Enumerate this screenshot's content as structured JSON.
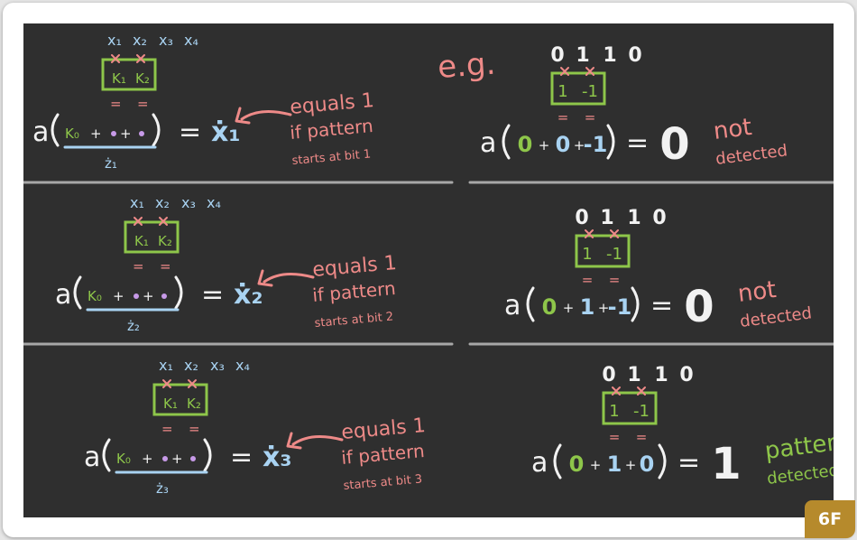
{
  "colors": {
    "board": "#2f2f2f",
    "chalk_white": "#f2f2f2",
    "chalk_blue": "#a9d3f2",
    "chalk_green": "#8ec64a",
    "chalk_pink": "#ee8a88",
    "chalk_purple": "#c79ae8",
    "divider": "#a7a7a7",
    "badge": "#b68a2c"
  },
  "header": {
    "eg": "e.g."
  },
  "kernel": {
    "k1": "K₁",
    "k2": "K₂",
    "eq": "="
  },
  "panels": [
    {
      "inputs": [
        "x₁",
        "x₂",
        "x₃",
        "x₄"
      ],
      "a": "a(",
      "k0": "K₀",
      "plus": "+",
      "close": ")",
      "equals": "=",
      "xdot": "ẋ₁",
      "z": "ż₁",
      "note_title": "equals 1",
      "note_line2": "if pattern",
      "note_line3": "starts at bit 1"
    },
    {
      "inputs": [
        "x₁",
        "x₂",
        "x₃",
        "x₄"
      ],
      "a": "a(",
      "k0": "K₀",
      "plus": "+",
      "close": ")",
      "equals": "=",
      "xdot": "ẋ₂",
      "z": "ż₂",
      "note_title": "equals 1",
      "note_line2": "if pattern",
      "note_line3": "starts at bit 2"
    },
    {
      "inputs": [
        "x₁",
        "x₂",
        "x₃",
        "x₄"
      ],
      "a": "a(",
      "k0": "K₀",
      "plus": "+",
      "close": ")",
      "equals": "=",
      "xdot": "ẋ₃",
      "z": "ż₃",
      "note_title": "equals 1",
      "note_line2": "if pattern",
      "note_line3": "starts at bit 3"
    }
  ],
  "examples": [
    {
      "bits": [
        "0",
        "1",
        "1",
        "0"
      ],
      "kernel": [
        "1",
        "-1"
      ],
      "terms": [
        "0",
        "0",
        "-1"
      ],
      "result": "0",
      "label": [
        "not",
        "detected"
      ],
      "label_color": "pink"
    },
    {
      "bits": [
        "0",
        "1",
        "1",
        "0"
      ],
      "kernel": [
        "1",
        "-1"
      ],
      "terms": [
        "0",
        "1",
        "-1"
      ],
      "result": "0",
      "label": [
        "not",
        "detected"
      ],
      "label_color": "pink"
    },
    {
      "bits": [
        "0",
        "1",
        "1",
        "0"
      ],
      "kernel": [
        "1",
        "-1"
      ],
      "terms": [
        "0",
        "1",
        "0"
      ],
      "result": "1",
      "label": [
        "pattern",
        "detected"
      ],
      "label_color": "green"
    }
  ],
  "badge": "6F"
}
